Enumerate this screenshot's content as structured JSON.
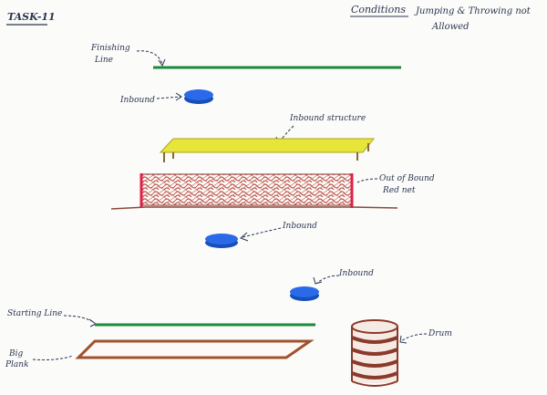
{
  "header": {
    "task_title": "TASK-11",
    "conditions_label": "Conditions",
    "conditions_line1": "Jumping & Throwing not",
    "conditions_line2": "Allowed"
  },
  "labels": {
    "finishing_line_1": "Finishing",
    "finishing_line_2": "Line",
    "inbound_top": "Inbound",
    "inbound_structure": "Inbound structure",
    "out_of_bound_1": "Out of Bound",
    "out_of_bound_2": "Red net",
    "inbound_middle": "Inbound",
    "inbound_bottom": "Inbound",
    "starting_line": "Starting Line",
    "big_plank_1": "Big",
    "big_plank_2": "Plank",
    "drum": "Drum"
  },
  "colors": {
    "finishing_line": "#1c8a3a",
    "starting_line": "#1c8a3a",
    "disc": "#1f5fd6",
    "structure_top": "#e8e53a",
    "net": "#b5443a",
    "net_post": "#e0204a",
    "plank": "#a0522d",
    "drum": "#8a3a2a",
    "ink": "#2b3550"
  }
}
